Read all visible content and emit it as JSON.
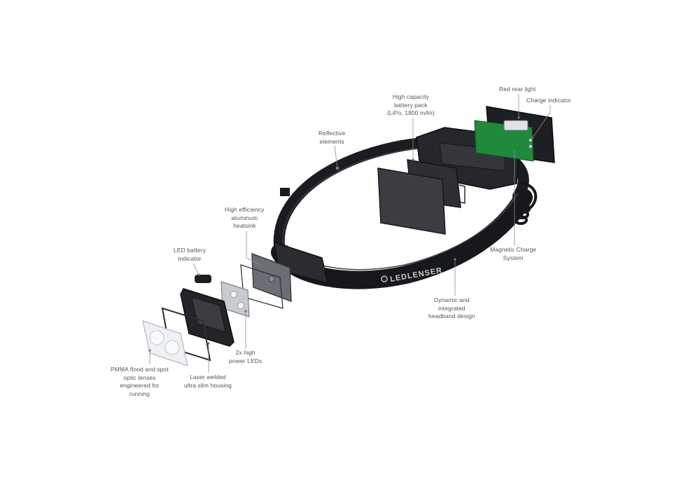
{
  "brand": {
    "logo_text": "LEDLENSER"
  },
  "callouts": [
    {
      "id": "red-rear-light",
      "lines": [
        "Red rear light"
      ]
    },
    {
      "id": "charge-indicator",
      "lines": [
        "Charge indicator"
      ]
    },
    {
      "id": "battery-pack",
      "lines": [
        "High capacity",
        "battery pack",
        "(LiPo, 1800 mAh)"
      ]
    },
    {
      "id": "reflective-elements",
      "lines": [
        "Reflective",
        "elements"
      ]
    },
    {
      "id": "heatsink",
      "lines": [
        "High efficiency",
        "aluminum",
        "heatsink"
      ]
    },
    {
      "id": "led-battery-indicator",
      "lines": [
        "LED battery",
        "indicator"
      ]
    },
    {
      "id": "magnetic-charge",
      "lines": [
        "Magnetic Charge",
        "System"
      ]
    },
    {
      "id": "headband-design",
      "lines": [
        "Dynamic and",
        "integrated",
        "headband design"
      ]
    },
    {
      "id": "power-leds",
      "lines": [
        "2x high",
        "power LEDs"
      ]
    },
    {
      "id": "optic-lenses",
      "lines": [
        "PMMA flood and spot",
        "optic lenses",
        "engineered for",
        "running"
      ]
    },
    {
      "id": "housing",
      "lines": [
        "Laser welded",
        "ultra slim housing"
      ]
    }
  ]
}
